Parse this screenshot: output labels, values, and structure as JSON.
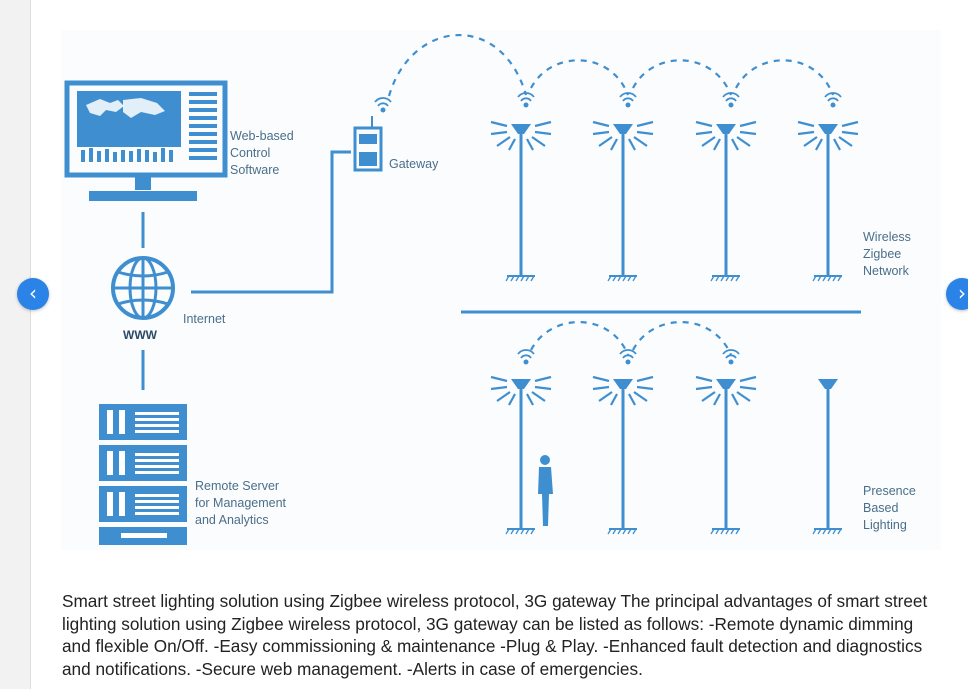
{
  "diagram": {
    "labels": {
      "software": [
        "Web-based",
        "Control",
        "Software"
      ],
      "gateway": "Gateway",
      "internet": "Internet",
      "www": "WWW",
      "server": [
        "Remote Server",
        "for Management",
        "and Analytics"
      ],
      "wireless": [
        "Wireless",
        "Zigbee",
        "Network"
      ],
      "presence": [
        "Presence",
        "Based",
        "Lighting"
      ]
    }
  },
  "caption": "Smart street lighting solution using Zigbee wireless protocol, 3G gateway The principal advantages of smart street lighting solution using Zigbee wireless protocol, 3G gateway can be listed as follows: -Remote dynamic dimming and flexible On/Off. -Easy commissioning & maintenance -Plug & Play. -Enhanced fault detection and diagnostics and notifications. -Secure web management. -Alerts in case of emergencies.",
  "nav": {
    "prev_glyph": "‹",
    "next_glyph": "›"
  },
  "colors": {
    "diagram_blue": "#3f8fd0",
    "nav_blue": "#2b83e8"
  }
}
